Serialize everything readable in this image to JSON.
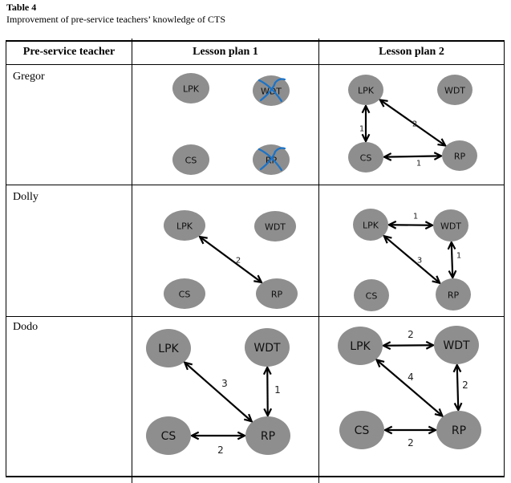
{
  "caption": {
    "label": "Table 4",
    "title": "Improvement of pre-service teachers’ knowledge of CTS"
  },
  "table": {
    "headers": [
      "Pre-service teacher",
      "Lesson plan 1",
      "Lesson plan 2"
    ],
    "rows": [
      {
        "teacher": "Gregor",
        "plan1": {
          "nodes": [
            {
              "id": "LPK",
              "label": "LPK",
              "crossed": false
            },
            {
              "id": "WDT",
              "label": "WDT",
              "crossed": true
            },
            {
              "id": "CS",
              "label": "CS",
              "crossed": false
            },
            {
              "id": "RP",
              "label": "RP",
              "crossed": true
            }
          ],
          "edges": []
        },
        "plan2": {
          "nodes": [
            {
              "id": "LPK",
              "label": "LPK",
              "crossed": false
            },
            {
              "id": "WDT",
              "label": "WDT",
              "crossed": false
            },
            {
              "id": "CS",
              "label": "CS",
              "crossed": false
            },
            {
              "id": "RP",
              "label": "RP",
              "crossed": false
            }
          ],
          "edges": [
            {
              "from": "LPK",
              "to": "CS",
              "weight": "1"
            },
            {
              "from": "LPK",
              "to": "RP",
              "weight": "2"
            },
            {
              "from": "CS",
              "to": "RP",
              "weight": "1"
            }
          ]
        }
      },
      {
        "teacher": "Dolly",
        "plan1": {
          "nodes": [
            {
              "id": "LPK",
              "label": "LPK",
              "crossed": false
            },
            {
              "id": "WDT",
              "label": "WDT",
              "crossed": false
            },
            {
              "id": "CS",
              "label": "CS",
              "crossed": false
            },
            {
              "id": "RP",
              "label": "RP",
              "crossed": false
            }
          ],
          "edges": [
            {
              "from": "LPK",
              "to": "RP",
              "weight": "2"
            }
          ]
        },
        "plan2": {
          "nodes": [
            {
              "id": "LPK",
              "label": "LPK",
              "crossed": false
            },
            {
              "id": "WDT",
              "label": "WDT",
              "crossed": false
            },
            {
              "id": "CS",
              "label": "CS",
              "crossed": false
            },
            {
              "id": "RP",
              "label": "RP",
              "crossed": false
            }
          ],
          "edges": [
            {
              "from": "LPK",
              "to": "WDT",
              "weight": "1"
            },
            {
              "from": "LPK",
              "to": "RP",
              "weight": "3"
            },
            {
              "from": "WDT",
              "to": "RP",
              "weight": "1"
            }
          ]
        }
      },
      {
        "teacher": "Dodo",
        "plan1": {
          "nodes": [
            {
              "id": "LPK",
              "label": "LPK",
              "crossed": false
            },
            {
              "id": "WDT",
              "label": "WDT",
              "crossed": false
            },
            {
              "id": "CS",
              "label": "CS",
              "crossed": false
            },
            {
              "id": "RP",
              "label": "RP",
              "crossed": false
            }
          ],
          "edges": [
            {
              "from": "LPK",
              "to": "RP",
              "weight": "3"
            },
            {
              "from": "WDT",
              "to": "RP",
              "weight": "1"
            },
            {
              "from": "CS",
              "to": "RP",
              "weight": "2"
            }
          ]
        },
        "plan2": {
          "nodes": [
            {
              "id": "LPK",
              "label": "LPK",
              "crossed": false
            },
            {
              "id": "WDT",
              "label": "WDT",
              "crossed": false
            },
            {
              "id": "CS",
              "label": "CS",
              "crossed": false
            },
            {
              "id": "RP",
              "label": "RP",
              "crossed": false
            }
          ],
          "edges": [
            {
              "from": "LPK",
              "to": "WDT",
              "weight": "2"
            },
            {
              "from": "LPK",
              "to": "RP",
              "weight": "4"
            },
            {
              "from": "WDT",
              "to": "RP",
              "weight": "2"
            },
            {
              "from": "CS",
              "to": "RP",
              "weight": "2"
            }
          ]
        }
      }
    ]
  },
  "colors": {
    "node_fill": "#8e8e8e",
    "edge": "#000000",
    "cross_mark": "#1a73c8"
  }
}
